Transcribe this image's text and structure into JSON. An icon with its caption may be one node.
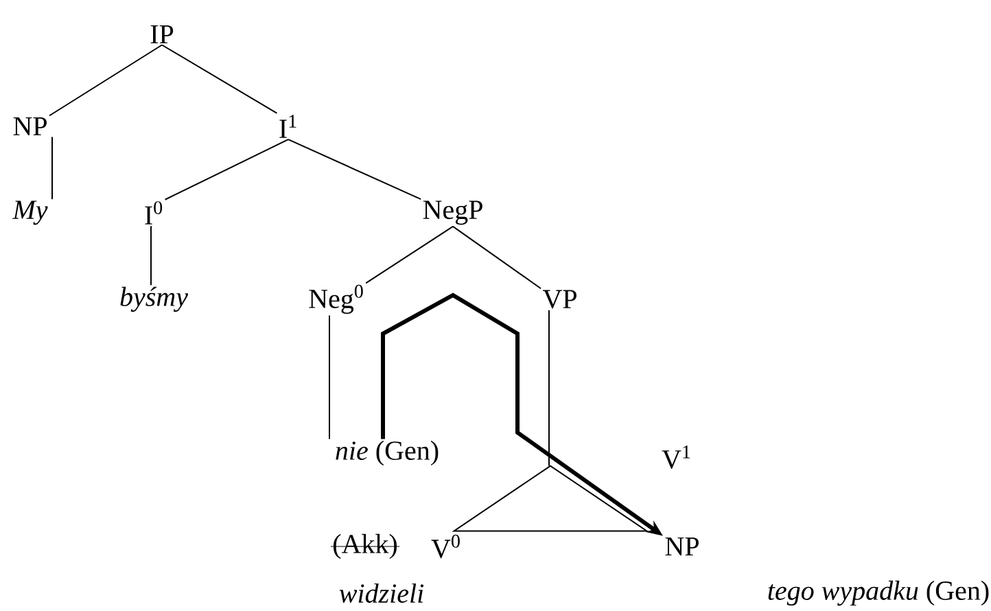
{
  "diagram": {
    "nodes": [
      {
        "text": [
          "IP"
        ]
      },
      {
        "text": [
          "NP"
        ]
      },
      {
        "text": [
          "I$^{1}$"
        ]
      },
      {
        "text": [
          "My"
        ]
      },
      {
        "text": [
          "I$^{0}$"
        ]
      },
      {
        "text": [
          "NegP"
        ]
      },
      {
        "text": [
          "byśmy"
        ]
      },
      {
        "text": [
          "Neg$^{0}$"
        ]
      },
      {
        "text": [
          "VP"
        ]
      },
      {
        "text": [
          "*nie* (Gen)"
        ]
      },
      {
        "text": [],
        "shape": "triangle"
      },
      {
        "text": [
          "V$^{0}$"
        ]
      },
      {
        "text": [
          "NP"
        ]
      },
      {
        "text": [
          "widzieli"
        ]
      },
      {
        "text": [
          "*tego wypadku* (Gen)"
        ]
      }
    ],
    "edges": [
      {
        "from": 0,
        "to": 1,
        "arrow": "none"
      },
      {
        "from": 0,
        "to": 2,
        "arrow": "none"
      },
      {
        "from": 1,
        "to": 3,
        "arrow": "none"
      },
      {
        "from": 2,
        "to": 4,
        "arrow": "none"
      },
      {
        "from": 2,
        "to": 5,
        "arrow": "none"
      },
      {
        "from": 4,
        "to": 6,
        "arrow": "none"
      },
      {
        "from": 5,
        "to": 7,
        "arrow": "none"
      },
      {
        "from": 5,
        "to": 8,
        "arrow": "none"
      },
      {
        "from": 7,
        "to": 9,
        "arrow": "none"
      },
      {
        "from": 8,
        "to": 10,
        "arrow": "none"
      },
      {
        "from": 9,
        "to": 12,
        "arrow": "to",
        "style": "thick"
      }
    ],
    "labels": [
      "V$^{1}$",
      "(Akk)"
    ]
  }
}
